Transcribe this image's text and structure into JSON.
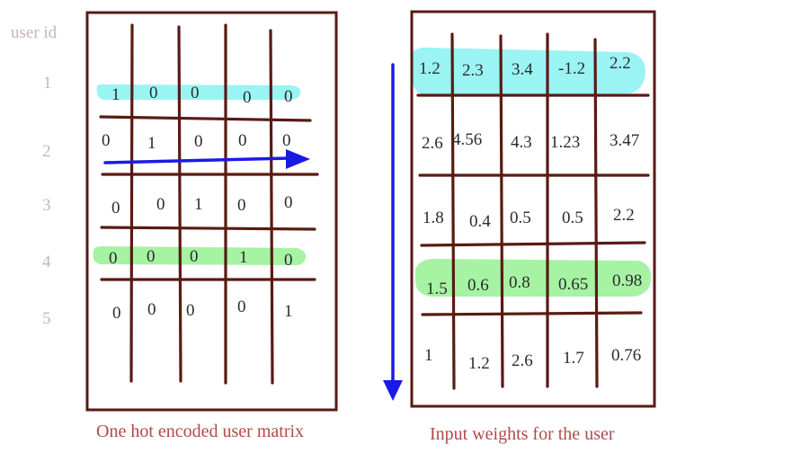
{
  "user_ids": {
    "header": "user id",
    "ids": [
      "1",
      "2",
      "3",
      "4",
      "5"
    ]
  },
  "one_hot_matrix": {
    "caption": "One hot encoded user matrix",
    "rows": [
      [
        "1",
        "0",
        "0",
        "0",
        "0"
      ],
      [
        "0",
        "1",
        "0",
        "0",
        "0"
      ],
      [
        "0",
        "0",
        "1",
        "0",
        "0"
      ],
      [
        "0",
        "0",
        "0",
        "1",
        "0"
      ],
      [
        "0",
        "0",
        "0",
        "0",
        "1"
      ]
    ]
  },
  "weights_matrix": {
    "caption": "Input weights for the user",
    "rows": [
      [
        "1.2",
        "2.3",
        "3.4",
        "-1.2",
        "2.2"
      ],
      [
        "2.6",
        "4.56",
        "4.3",
        "1.23",
        "3.47"
      ],
      [
        "1.8",
        "0.4",
        "0.5",
        "0.5",
        "2.2"
      ],
      [
        "1.5",
        "0.6",
        "0.8",
        "0.65",
        "0.98"
      ],
      [
        "1",
        "1.2",
        "2.6",
        "1.7",
        "0.76"
      ]
    ]
  },
  "colors": {
    "grid": "#5a1a14",
    "highlight_user1": "#8ff3f3",
    "highlight_user4": "#9cf29a",
    "arrow": "#1a1ae6",
    "caption": "#b04a48",
    "user_id_label": "#c8b4b8"
  }
}
